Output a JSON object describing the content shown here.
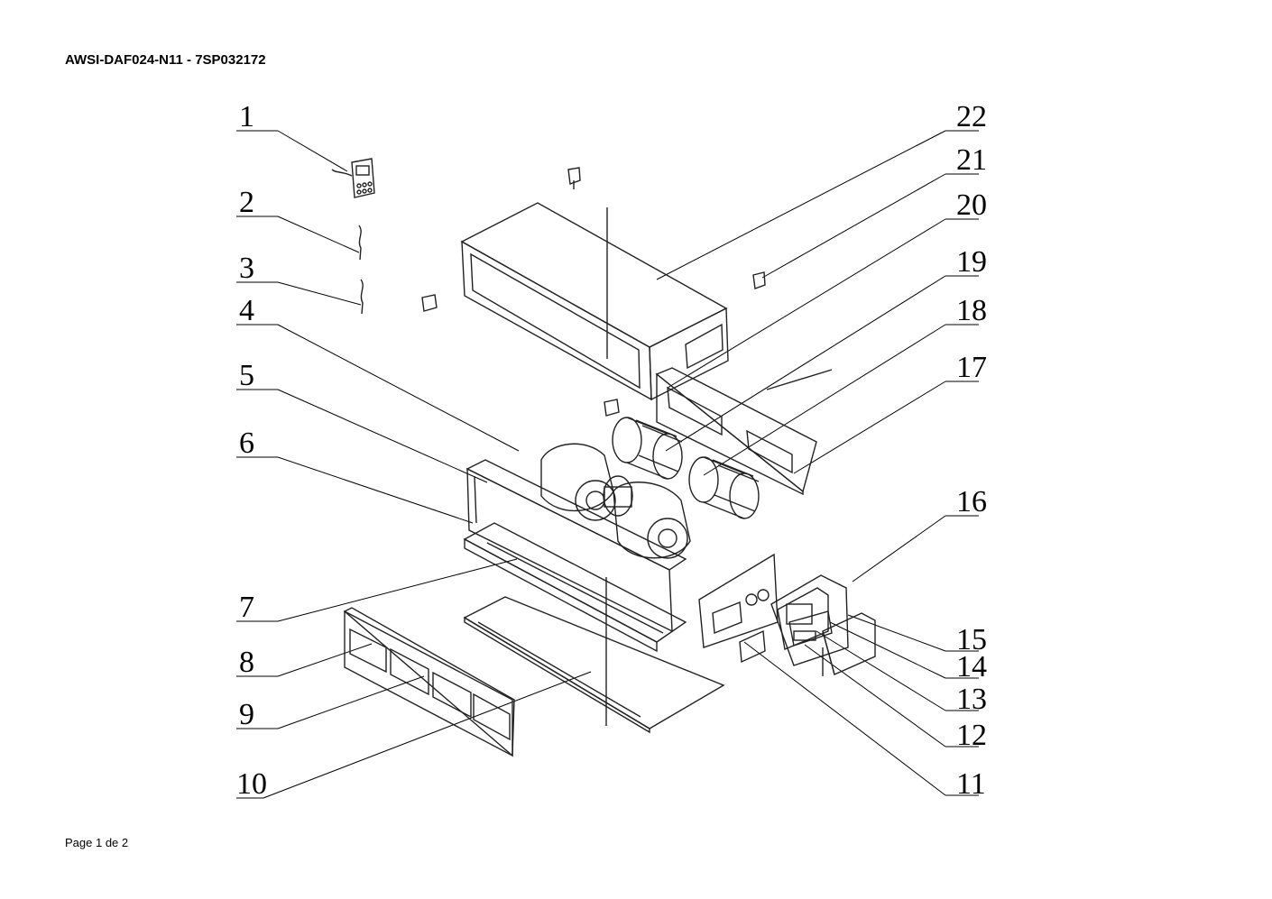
{
  "document": {
    "title": "AWSI-DAF024-N11 - 7SP032172",
    "footer": "Page 1 de 2"
  },
  "callouts": {
    "c1": "1",
    "c2": "2",
    "c3": "3",
    "c4": "4",
    "c5": "5",
    "c6": "6",
    "c7": "7",
    "c8": "8",
    "c9": "9",
    "c10": "10",
    "c11": "11",
    "c12": "12",
    "c13": "13",
    "c14": "14",
    "c15": "15",
    "c16": "16",
    "c17": "17",
    "c18": "18",
    "c19": "19",
    "c20": "20",
    "c21": "21",
    "c22": "22"
  }
}
